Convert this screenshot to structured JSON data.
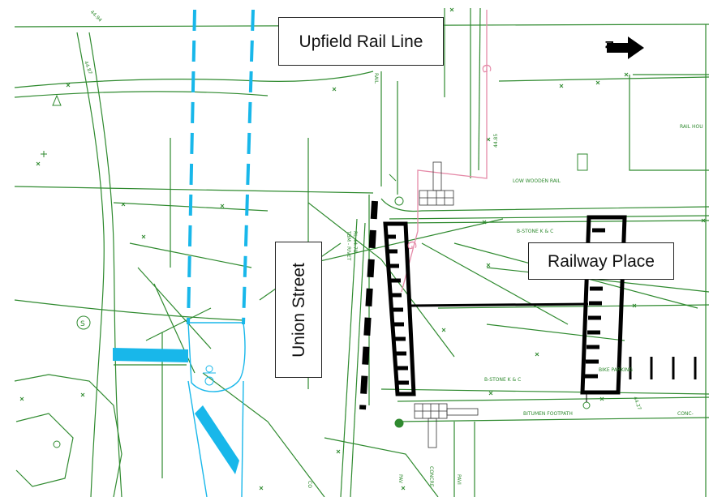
{
  "labels": {
    "rail_line": "Upfield Rail Line",
    "railway_place": "Railway Place",
    "union_street": "Union Street",
    "north_letter": "N"
  },
  "cad_text": {
    "low_wooden_rail": "LOW WOODEN RAIL",
    "bstone_top": "B-STONE K & C",
    "bstone_bottom": "B-STONE K & C",
    "bitumen_footpath": "BITUMEN FOOTPATH",
    "bike_parking": "BIKE PARKING",
    "rail_house": "RAIL HOU",
    "tbm": "TBM - RIVET",
    "rl": "RL 44.70",
    "conc_right": "CONC-",
    "conc_bottom": "CONCRE",
    "pav1": "PAV",
    "pav2": "PAVI",
    "conc_left": "CO",
    "g1": "G",
    "g2": "G",
    "level_1": "44.94",
    "level_2": "44.87",
    "level_3": "44.85",
    "level_4": "44.27",
    "rail_label": "RAIL",
    "s_symbol": "S"
  },
  "colors": {
    "cad_lines": "#2f8a2f",
    "tram_track": "#18b7ea",
    "gas_line": "#e58aa8",
    "tactile": "#000000",
    "background": "#ffffff"
  }
}
